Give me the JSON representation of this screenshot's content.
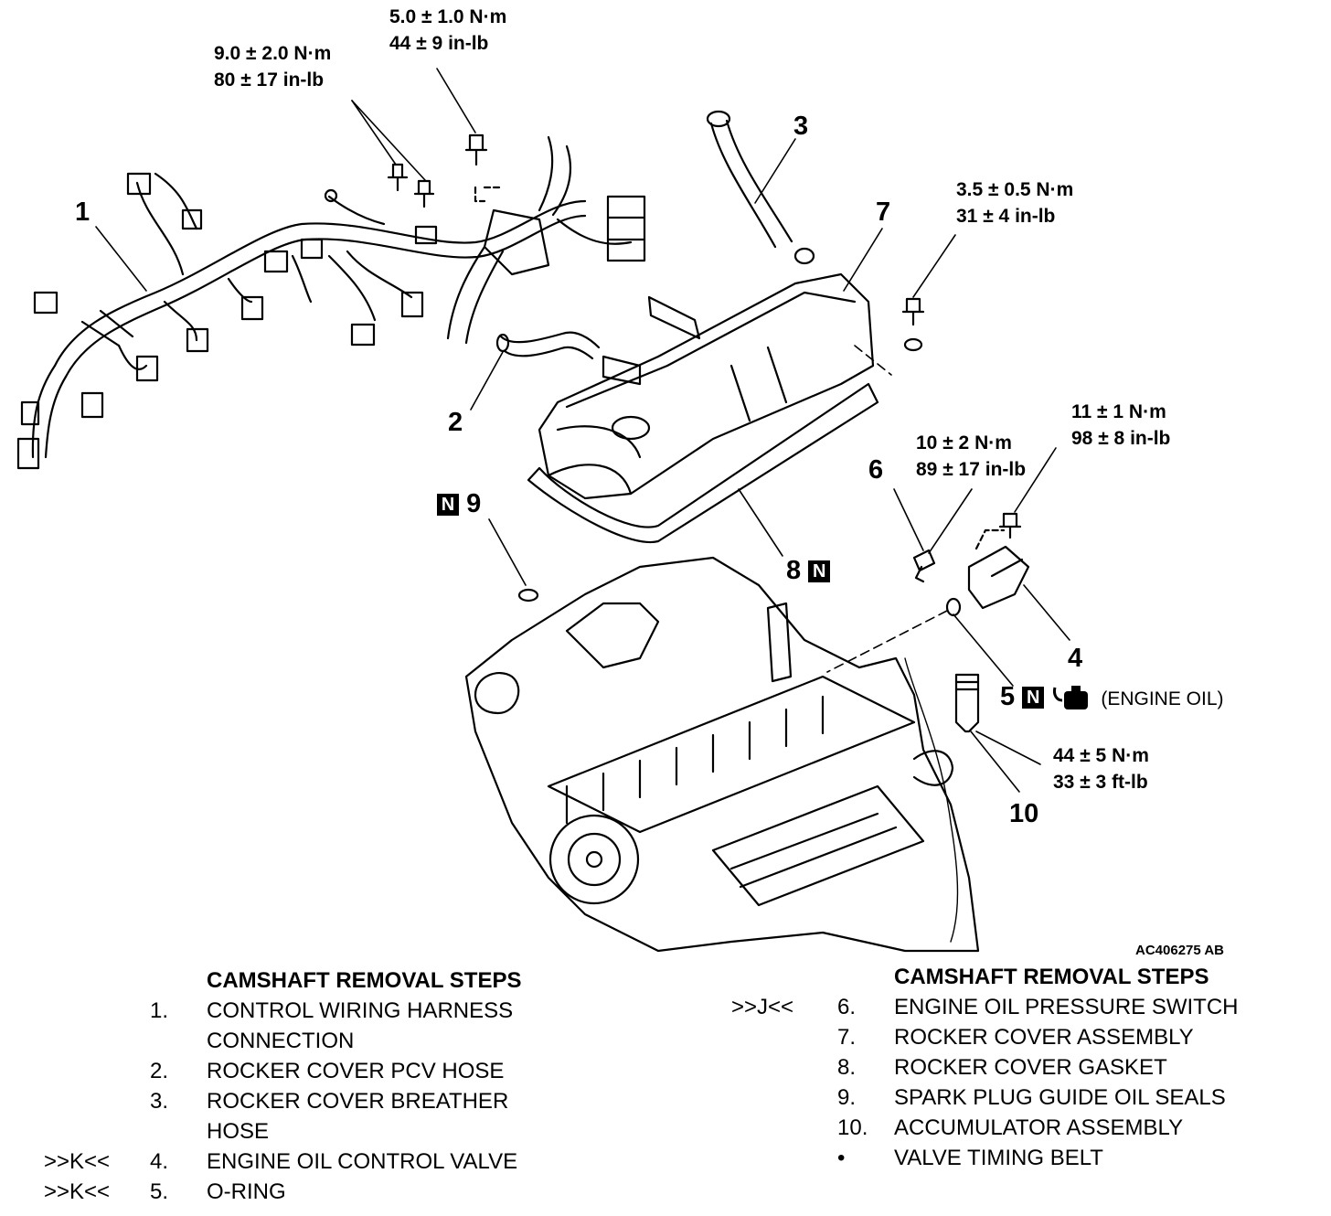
{
  "diagram": {
    "figure_code": "AC406275 AB",
    "torques": {
      "harness_bolts": [
        "9.0 ± 2.0 N·m",
        "80 ± 17 in-lb"
      ],
      "harness_bracket": [
        "5.0 ± 1.0 N·m",
        "44 ± 9 in-lb"
      ],
      "cover_bolt": [
        "3.5 ± 0.5 N·m",
        "31 ± 4 in-lb"
      ],
      "oil_switch": [
        "10 ± 2 N·m",
        "89 ± 17 in-lb"
      ],
      "oil_valve_bolt": [
        "11 ± 1 N·m",
        "98 ± 8 in-lb"
      ],
      "accumulator": [
        "44 ± 5 N·m",
        "33 ± 3 ft-lb"
      ]
    },
    "callouts": [
      "1",
      "2",
      "3",
      "4",
      "5",
      "6",
      "7",
      "8",
      "9",
      "10"
    ],
    "new_part_mark": "N",
    "engine_oil_note": "(ENGINE OIL)"
  },
  "steps_left": {
    "title": "CAMSHAFT REMOVAL STEPS",
    "items": [
      {
        "mark": "",
        "num": "1.",
        "text": "CONTROL WIRING HARNESS"
      },
      {
        "mark": "",
        "num": "",
        "text": "CONNECTION"
      },
      {
        "mark": "",
        "num": "2.",
        "text": "ROCKER COVER PCV HOSE"
      },
      {
        "mark": "",
        "num": "3.",
        "text": "ROCKER COVER BREATHER"
      },
      {
        "mark": "",
        "num": "",
        "text": "HOSE"
      },
      {
        "mark": ">>K<<",
        "num": "4.",
        "text": "ENGINE OIL CONTROL VALVE"
      },
      {
        "mark": ">>K<<",
        "num": "5.",
        "text": "O-RING"
      }
    ]
  },
  "steps_right": {
    "title": "CAMSHAFT REMOVAL STEPS",
    "items": [
      {
        "mark": ">>J<<",
        "num": "6.",
        "text": "ENGINE OIL PRESSURE SWITCH"
      },
      {
        "mark": "",
        "num": "7.",
        "text": "ROCKER COVER ASSEMBLY"
      },
      {
        "mark": "",
        "num": "8.",
        "text": "ROCKER COVER GASKET"
      },
      {
        "mark": "",
        "num": "9.",
        "text": "SPARK PLUG GUIDE OIL SEALS"
      },
      {
        "mark": "",
        "num": "10.",
        "text": "ACCUMULATOR ASSEMBLY"
      },
      {
        "mark": "",
        "num": "•",
        "text": "VALVE TIMING BELT"
      }
    ]
  }
}
